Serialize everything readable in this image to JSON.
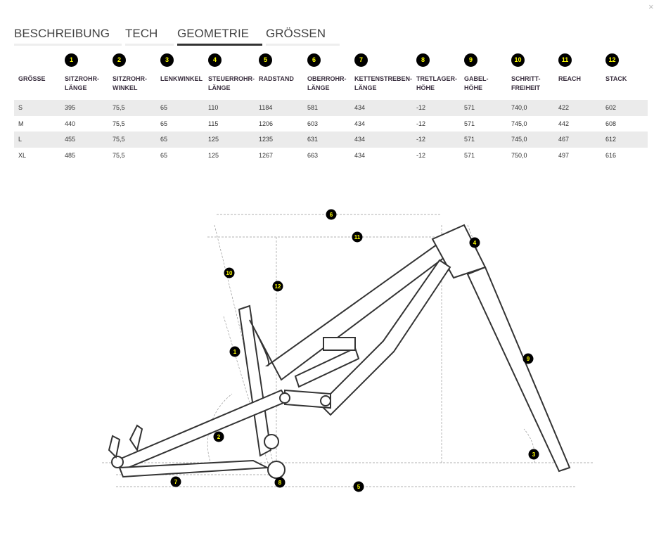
{
  "close_label": "×",
  "tabs": [
    {
      "label": "BESCHREIBUNG"
    },
    {
      "label": "TECH"
    },
    {
      "label": "GEOMETRIE"
    },
    {
      "label": "GRÖSSEN"
    }
  ],
  "table": {
    "size_header": "GRÖSSE",
    "columns": [
      {
        "num": "1",
        "line1": "SITZROHR-",
        "line2": "LÄNGE"
      },
      {
        "num": "2",
        "line1": "SITZROHR-",
        "line2": "WINKEL"
      },
      {
        "num": "3",
        "line1": "LENKWINKEL",
        "line2": ""
      },
      {
        "num": "4",
        "line1": "STEUERROHR-",
        "line2": "LÄNGE"
      },
      {
        "num": "5",
        "line1": "RADSTAND",
        "line2": ""
      },
      {
        "num": "6",
        "line1": "OBERROHR-",
        "line2": "LÄNGE"
      },
      {
        "num": "7",
        "line1": "KETTENSTREBEN-",
        "line2": "LÄNGE"
      },
      {
        "num": "8",
        "line1": "TRETLAGER-",
        "line2": "HÖHE"
      },
      {
        "num": "9",
        "line1": "GABEL-",
        "line2": "HÖHE"
      },
      {
        "num": "10",
        "line1": "SCHRITT-",
        "line2": "FREIHEIT"
      },
      {
        "num": "11",
        "line1": "REACH",
        "line2": ""
      },
      {
        "num": "12",
        "line1": "STACK",
        "line2": ""
      }
    ],
    "rows": [
      [
        "S",
        "395",
        "75,5",
        "65",
        "110",
        "1184",
        "581",
        "434",
        "-12",
        "571",
        "740,0",
        "422",
        "602"
      ],
      [
        "M",
        "440",
        "75,5",
        "65",
        "115",
        "1206",
        "603",
        "434",
        "-12",
        "571",
        "745,0",
        "442",
        "608"
      ],
      [
        "L",
        "455",
        "75,5",
        "65",
        "125",
        "1235",
        "631",
        "434",
        "-12",
        "571",
        "745,0",
        "467",
        "612"
      ],
      [
        "XL",
        "485",
        "75,5",
        "65",
        "125",
        "1267",
        "663",
        "434",
        "-12",
        "571",
        "750,0",
        "497",
        "616"
      ]
    ]
  },
  "colors": {
    "badge_bg": "#000000",
    "badge_text": "#ffff00",
    "stripe": "#ebebeb"
  }
}
